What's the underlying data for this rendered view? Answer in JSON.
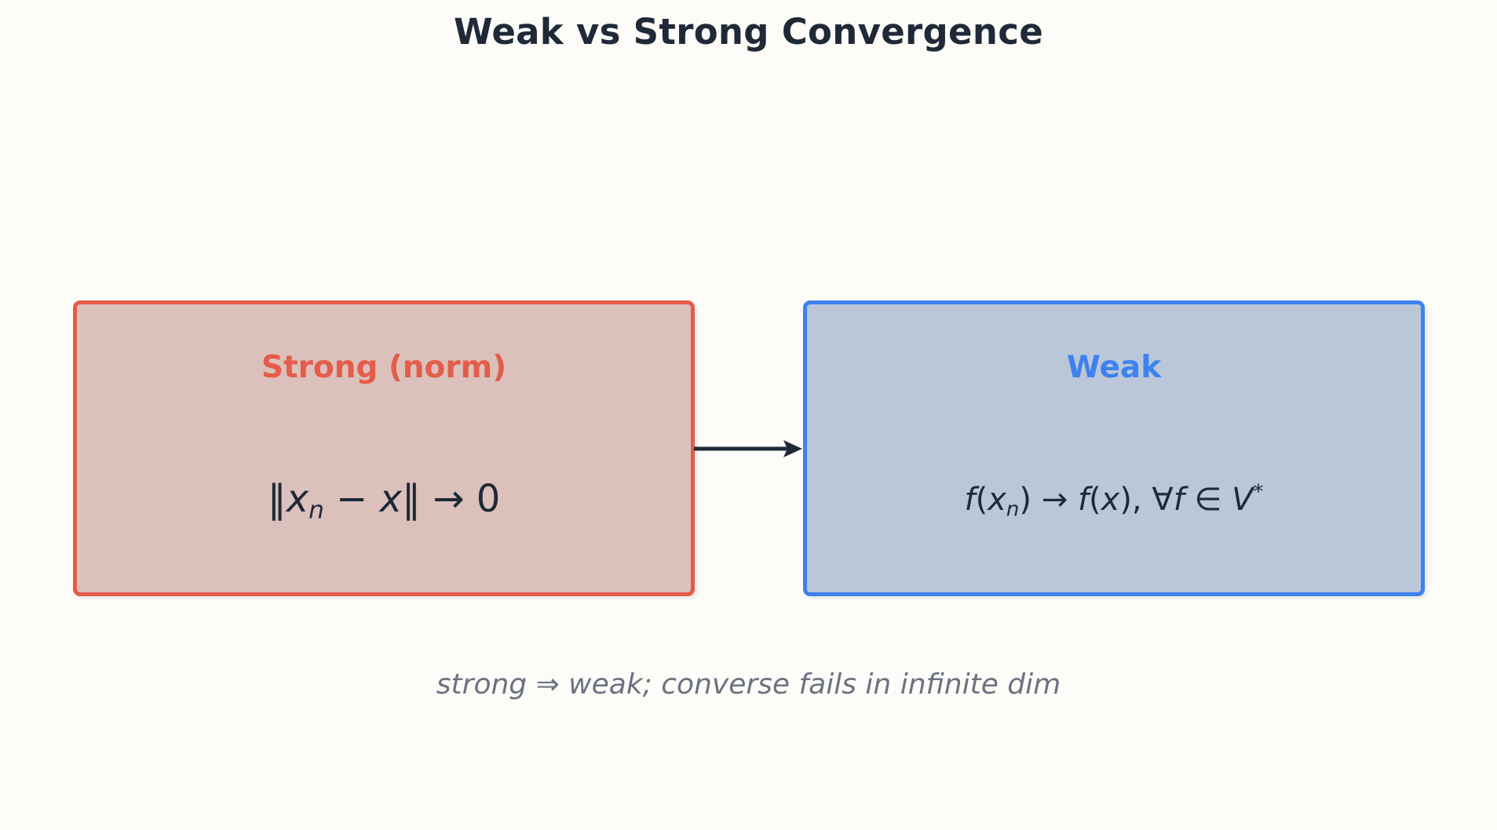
{
  "title": "Weak vs Strong Convergence",
  "strong": {
    "heading": "Strong (norm)",
    "formula": {
      "open": "‖",
      "var": "x",
      "sub": "n",
      "minus": " − ",
      "var2": "x",
      "close": "‖",
      "arrow": " → ",
      "zero": "0"
    }
  },
  "weak": {
    "heading": "Weak",
    "formula": {
      "f1": "f",
      "p1": "(",
      "x1": "x",
      "sub": "n",
      "p2": ")",
      "arrow": " → ",
      "f2": "f",
      "p3": "(",
      "x2": "x",
      "p4": "),",
      "forall": " ∀",
      "f3": "f",
      "in": " ∈ ",
      "V": "V",
      "sup": "*"
    }
  },
  "caption": "strong ⇒ weak; converse fails in infinite dim",
  "colors": {
    "strong_border": "#e45c4a",
    "strong_fill": "#dbc0bb",
    "weak_border": "#3e82ef",
    "weak_fill": "#bbc7d9",
    "arrow": "#1f2937"
  }
}
